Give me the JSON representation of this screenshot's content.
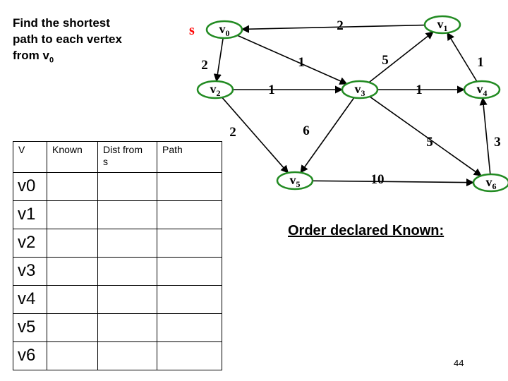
{
  "prompt": {
    "line1": "Find the shortest",
    "line2": "path to each vertex",
    "line3_prefix": "from v",
    "line3_sub": "0"
  },
  "graph": {
    "source_label": "s",
    "colors": {
      "node_stroke": "#228B22",
      "edge": "#000000",
      "source": "#ff0000"
    },
    "vertices": [
      {
        "id": "v0",
        "letter": "v",
        "sub": "0"
      },
      {
        "id": "v1",
        "letter": "v",
        "sub": "1"
      },
      {
        "id": "v2",
        "letter": "v",
        "sub": "2"
      },
      {
        "id": "v3",
        "letter": "v",
        "sub": "3"
      },
      {
        "id": "v4",
        "letter": "v",
        "sub": "4"
      },
      {
        "id": "v5",
        "letter": "v",
        "sub": "5"
      },
      {
        "id": "v6",
        "letter": "v",
        "sub": "6"
      }
    ],
    "edges": [
      {
        "from": "v1",
        "to": "v0",
        "weight": "2"
      },
      {
        "from": "v0",
        "to": "v2",
        "weight": "2"
      },
      {
        "from": "v0",
        "to": "v3",
        "weight": "1"
      },
      {
        "from": "v2",
        "to": "v3",
        "weight": "1"
      },
      {
        "from": "v3",
        "to": "v1",
        "weight": "5"
      },
      {
        "from": "v4",
        "to": "v1",
        "weight": "1"
      },
      {
        "from": "v3",
        "to": "v4",
        "weight": "1"
      },
      {
        "from": "v2",
        "to": "v5",
        "weight": "2"
      },
      {
        "from": "v3",
        "to": "v5",
        "weight": "6"
      },
      {
        "from": "v3",
        "to": "v6",
        "weight": "5"
      },
      {
        "from": "v6",
        "to": "v4",
        "weight": "3"
      },
      {
        "from": "v5",
        "to": "v6",
        "weight": "10"
      }
    ]
  },
  "table": {
    "headers": [
      "V",
      "Known",
      "Dist from s",
      "Path"
    ],
    "rows": [
      {
        "v": "v0",
        "known": "",
        "dist": "",
        "path": ""
      },
      {
        "v": "v1",
        "known": "",
        "dist": "",
        "path": ""
      },
      {
        "v": "v2",
        "known": "",
        "dist": "",
        "path": ""
      },
      {
        "v": "v3",
        "known": "",
        "dist": "",
        "path": ""
      },
      {
        "v": "v4",
        "known": "",
        "dist": "",
        "path": ""
      },
      {
        "v": "v5",
        "known": "",
        "dist": "",
        "path": ""
      },
      {
        "v": "v6",
        "known": "",
        "dist": "",
        "path": ""
      }
    ]
  },
  "order_label": "Order declared Known:",
  "page_number": "44"
}
